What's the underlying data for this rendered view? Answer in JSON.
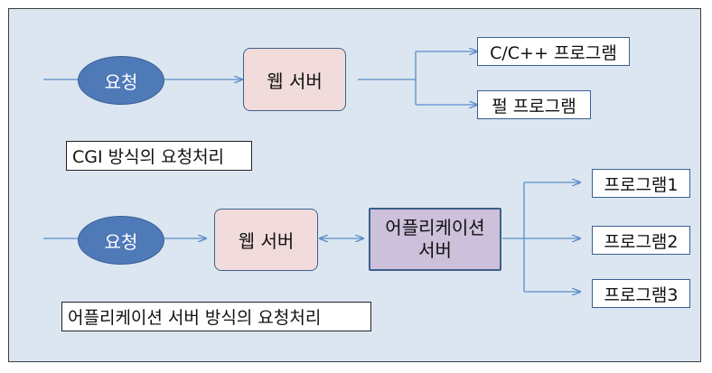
{
  "colors": {
    "background": "#dbe6f1",
    "ellipse_fill": "#4f7ab8",
    "web_server_fill": "#f2dcdb",
    "app_server_fill": "#ccc0da",
    "line": "#5b8cc8"
  },
  "top": {
    "request": "요청",
    "web_server": "웹 서버",
    "targets": [
      "C/C++ 프로그램",
      "펄 프로그램"
    ],
    "caption": "CGI 방식의 요청처리"
  },
  "bottom": {
    "request": "요청",
    "web_server": "웹 서버",
    "app_server_line1": "어플리케이션",
    "app_server_line2": "서버",
    "targets": [
      "프로그램1",
      "프로그램2",
      "프로그램3"
    ],
    "caption": "어플리케이션 서버 방식의 요청처리"
  }
}
